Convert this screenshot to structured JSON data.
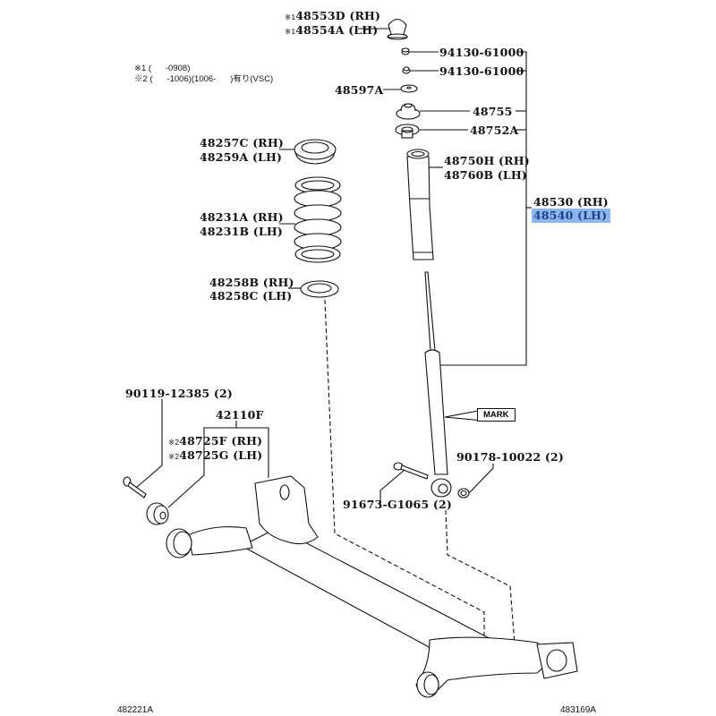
{
  "legend": {
    "note1": {
      "symbol": "※1",
      "text": "(      -0908)"
    },
    "note2": {
      "symbol": "※2",
      "text": "(      -1006)(1006-      )有り(VSC)"
    }
  },
  "parts": {
    "bump_stopper": {
      "rh": {
        "mark": "※1",
        "number": "48553D (RH)"
      },
      "lh": {
        "mark": "※1",
        "number": "48554A (LH)"
      }
    },
    "nut_top": "94130-61000",
    "nut_second": "94130-61000",
    "washer": "48597A",
    "support": "48755",
    "insulator": "48752A",
    "upper_seat": {
      "rh": "48257C (RH)",
      "lh": "48259A (LH)"
    },
    "dust_boot": {
      "rh": "48750H (RH)",
      "lh": "48760B (LH)"
    },
    "coil_spring": {
      "rh": "48231A (RH)",
      "lh": "48231B (LH)"
    },
    "shock_absorber": {
      "rh": "48530 (RH)",
      "lh": "48540 (LH)"
    },
    "lower_seat": {
      "rh": "48258B (RH)",
      "lh": "48258C (LH)"
    },
    "bolt_front": "90119-12385 (2)",
    "axle_beam": "42110F",
    "bushing": {
      "rh": {
        "mark": "※2",
        "number": "48725F (RH)"
      },
      "lh": {
        "mark": "※2",
        "number": "48725G (LH)"
      }
    },
    "mark_label": "MARK",
    "nut_lower": "90178-10022 (2)",
    "bolt_lower": "91673-G1065 (2)"
  },
  "figure_codes": {
    "left": "482221A",
    "right": "483169A"
  },
  "colors": {
    "highlight": "#8fb6ec",
    "highlight_text": "#1d3f8c",
    "ink": "#111111"
  }
}
